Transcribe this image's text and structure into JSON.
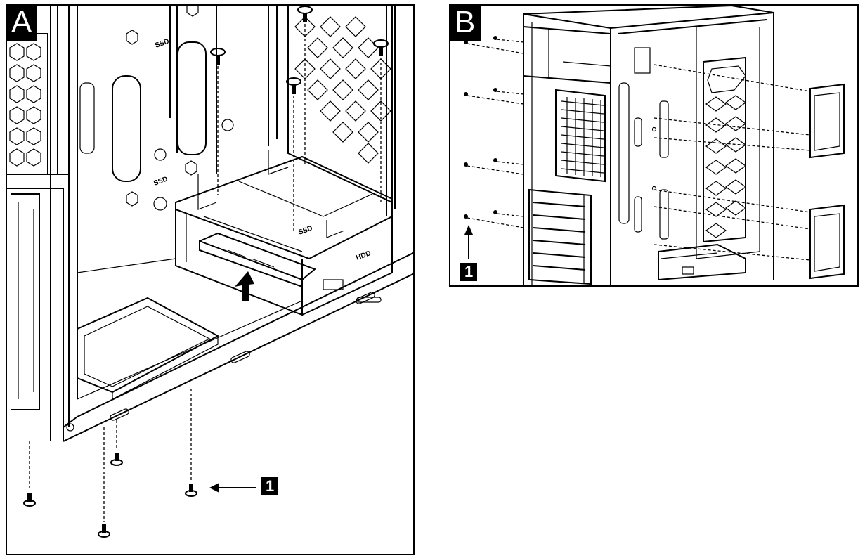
{
  "panel_a": {
    "tag": "A",
    "step_label": "1",
    "bay_labels": [
      "SSD",
      "SSD",
      "SSD",
      "HDD"
    ]
  },
  "panel_b": {
    "tag": "B",
    "step_label": "1"
  },
  "colors": {
    "line": "#000000",
    "background": "#ffffff",
    "tag_fill": "#000000",
    "tag_text": "#ffffff"
  }
}
